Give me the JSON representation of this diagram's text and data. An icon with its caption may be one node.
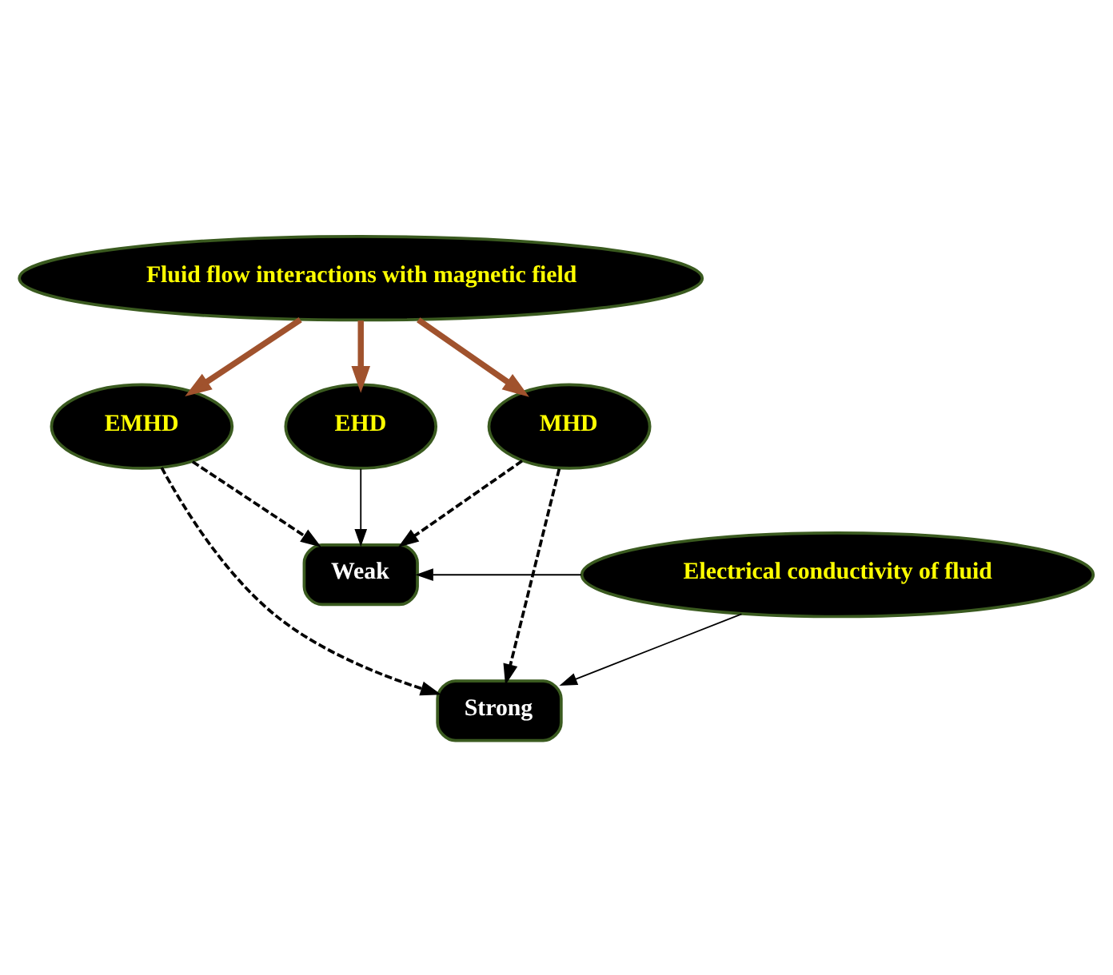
{
  "diagram": {
    "nodes": [
      {
        "text": [
          "Fluid flow interactions with magnetic field"
        ]
      },
      {
        "text": [
          "MHD"
        ]
      },
      {
        "text": [
          "EHD"
        ]
      },
      {
        "text": [
          "EMHD"
        ]
      },
      {
        "text": [
          "Weak"
        ]
      },
      {
        "text": [
          "Strong"
        ]
      },
      {
        "text": [
          "Electrical conductivity of fluid"
        ]
      }
    ],
    "edges": [
      {
        "from": 0,
        "to": 1,
        "arrow": "to",
        "style": "thick",
        "color": "#a0522d"
      },
      {
        "from": 0,
        "to": 2,
        "arrow": "to",
        "style": "thick",
        "color": "#a0522d"
      },
      {
        "from": 0,
        "to": 3,
        "arrow": "to",
        "style": "thick",
        "color": "#a0522d"
      },
      {
        "from": 2,
        "to": 4,
        "arrow": "to"
      },
      {
        "from": 1,
        "to": 4,
        "arrow": "to",
        "style": "dashed"
      },
      {
        "from": 1,
        "to": 5,
        "arrow": "to",
        "style": "dashed"
      },
      {
        "from": 3,
        "to": 4,
        "arrow": "to",
        "style": "dashed"
      },
      {
        "from": 3,
        "to": 5,
        "arrow": "to",
        "style": "dashed"
      },
      {
        "from": 6,
        "to": 4,
        "arrow": "to"
      },
      {
        "from": 6,
        "to": 5,
        "arrow": "to"
      }
    ]
  }
}
